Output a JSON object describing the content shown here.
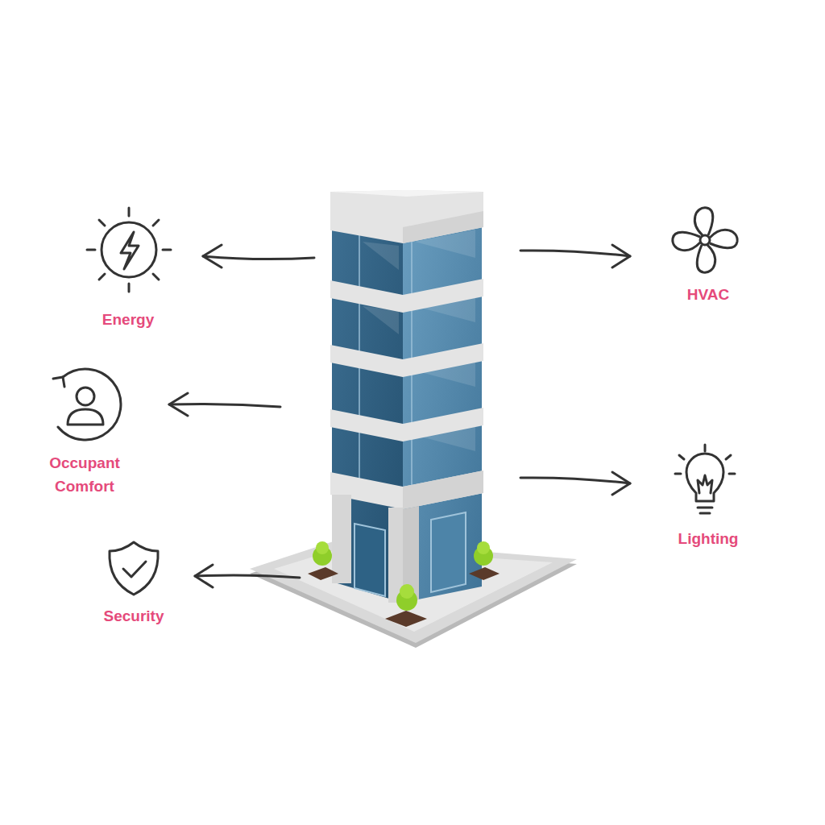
{
  "diagram": {
    "labels": [
      "Energy",
      "HVAC",
      "Occupant Comfort",
      "Lighting",
      "Security"
    ]
  }
}
